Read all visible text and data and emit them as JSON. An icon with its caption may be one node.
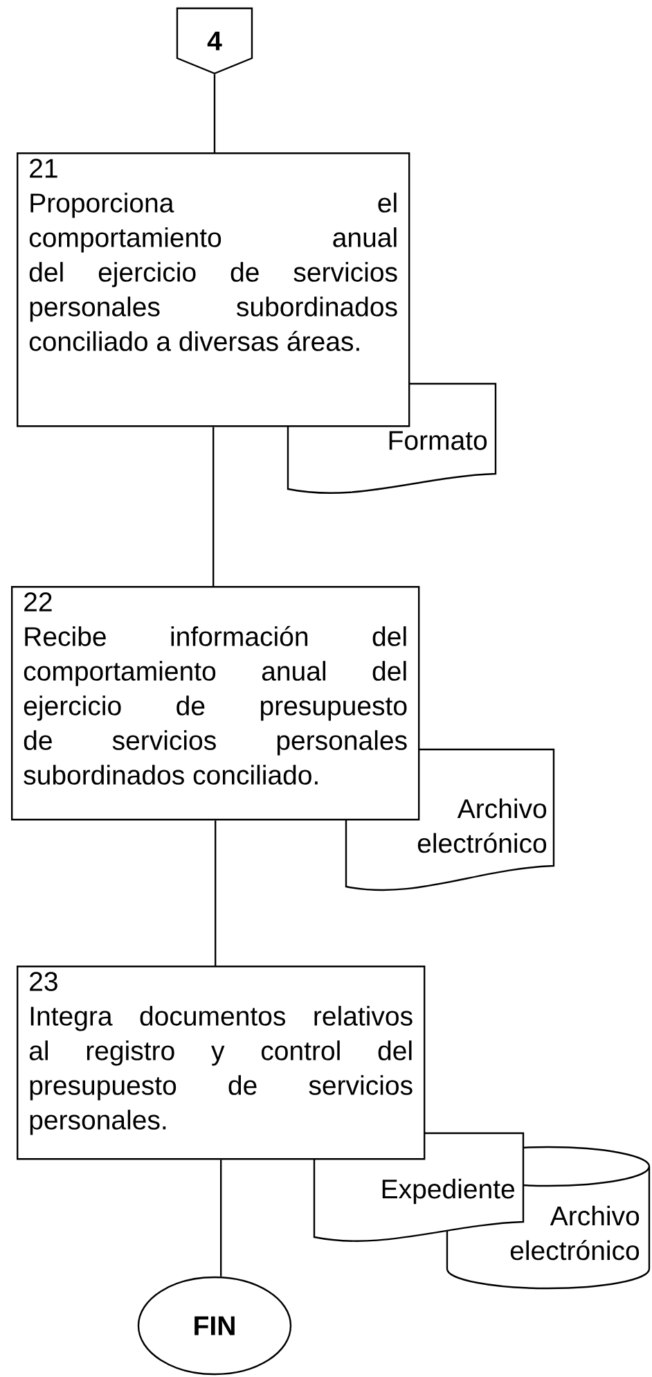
{
  "diagram": {
    "nodes": [
      {
        "text": [
          "4"
        ]
      },
      {
        "text": [
          "21",
          "Proporciona el comportamiento anual del ejercicio de servicios personales subordinados conciliado a diversas áreas."
        ]
      },
      {
        "text": [
          "Formato"
        ]
      },
      {
        "text": [
          "22",
          "Recibe información del comportamiento anual del ejercicio de presupuesto de servicios personales subordinados conciliado."
        ]
      },
      {
        "text": [
          "Archivo electrónico"
        ]
      },
      {
        "text": [
          "23",
          "Integra documentos relativos al registro y control del presupuesto de servicios personales."
        ]
      },
      {
        "text": [
          "Expediente"
        ]
      },
      {
        "text": [
          "Archivo electrónico"
        ]
      },
      {
        "text": [
          "FIN"
        ]
      }
    ],
    "edges": [
      {
        "from": 0,
        "to": 1,
        "arrow": "none"
      },
      {
        "from": 1,
        "to": 3,
        "arrow": "none"
      },
      {
        "from": 3,
        "to": 5,
        "arrow": "none"
      },
      {
        "from": 5,
        "to": 8,
        "arrow": "none"
      }
    ]
  }
}
